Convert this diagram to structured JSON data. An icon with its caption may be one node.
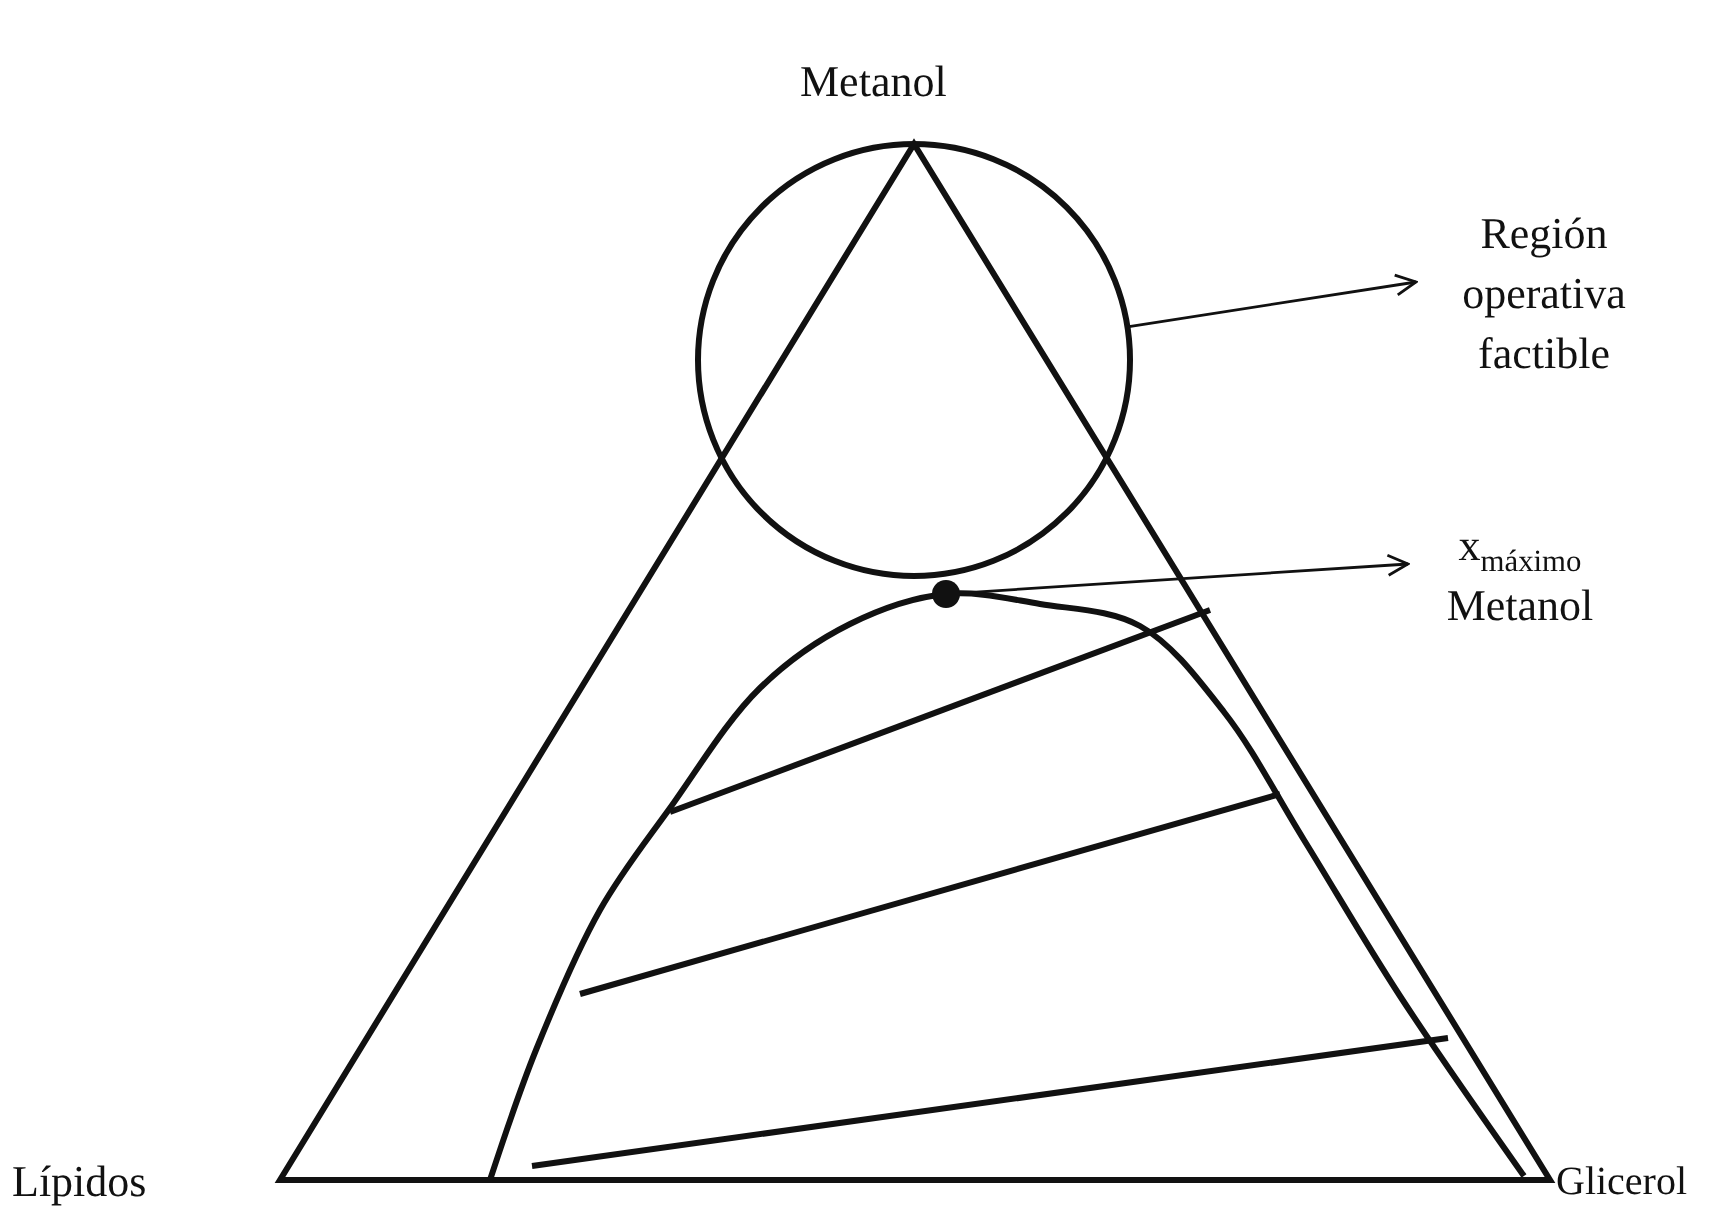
{
  "diagram": {
    "nodes": [
      {
        "text": [],
        "shape": "circle"
      },
      {
        "text": [
          "Región operativa factible"
        ]
      },
      {
        "text": [],
        "shape": "circle"
      },
      {
        "text": [
          "x$_{máximo}$",
          "Metanol"
        ]
      }
    ],
    "edges": [
      {
        "from": 0,
        "to": 1,
        "arrow": "to"
      },
      {
        "from": 2,
        "to": 3,
        "arrow": "to"
      }
    ],
    "labels": [
      "Metanol",
      "Lípidos",
      "Glicerol"
    ]
  }
}
